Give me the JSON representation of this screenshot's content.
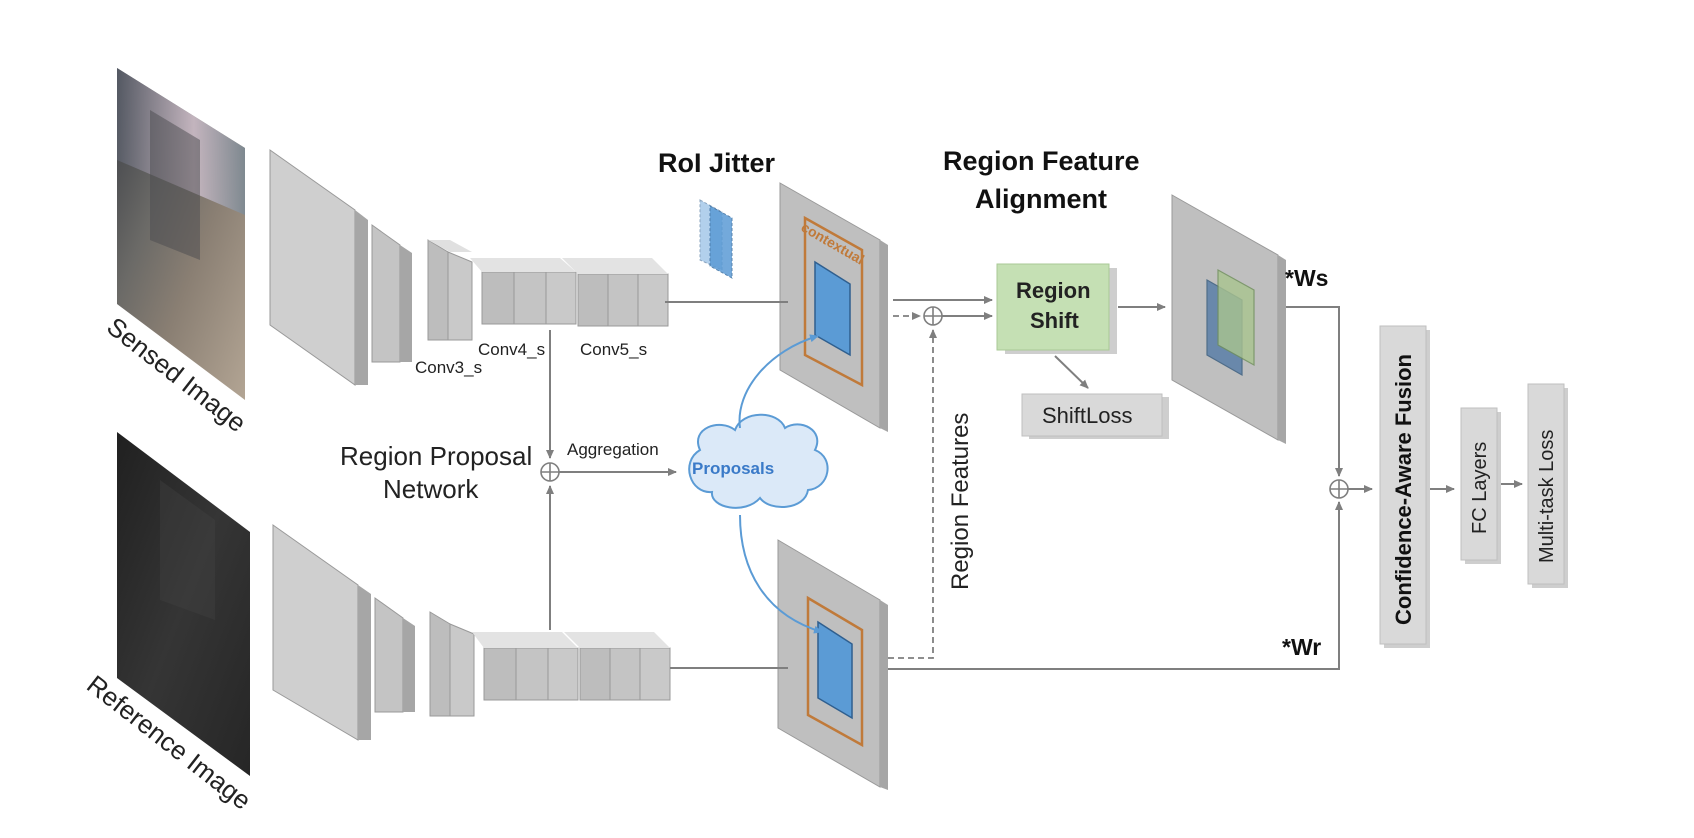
{
  "labels": {
    "sensed_image": "Sensed Image",
    "reference_image": "Reference Image",
    "conv3": "Conv3_s",
    "conv4": "Conv4_s",
    "conv5": "Conv5_s",
    "rpn_line1": "Region Proposal",
    "rpn_line2": "Network",
    "aggregation": "Aggregation",
    "proposals": "Proposals",
    "roi_jitter": "RoI Jitter",
    "contextual": "contextual",
    "rfa_line1": "Region Feature",
    "rfa_line2": "Alignment",
    "region_shift_line1": "Region",
    "region_shift_line2": "Shift",
    "shift_loss": "ShiftLoss",
    "region_features": "Region Features",
    "ws": "*Ws",
    "wr": "*Wr",
    "confidence_fusion": "Confidence-Aware Fusion",
    "fc_layers": "FC Layers",
    "multitask_loss": "Multi-task Loss"
  },
  "colors": {
    "layer_face": "#bfbfbf",
    "layer_side": "#a6a6a6",
    "roi_blue": "#5b9bd5",
    "contextual_orange": "#c07a3a",
    "region_shift_green": "#c5e0b4",
    "box_gray": "#d9d9d9",
    "arrow_gray": "#7f7f7f"
  }
}
